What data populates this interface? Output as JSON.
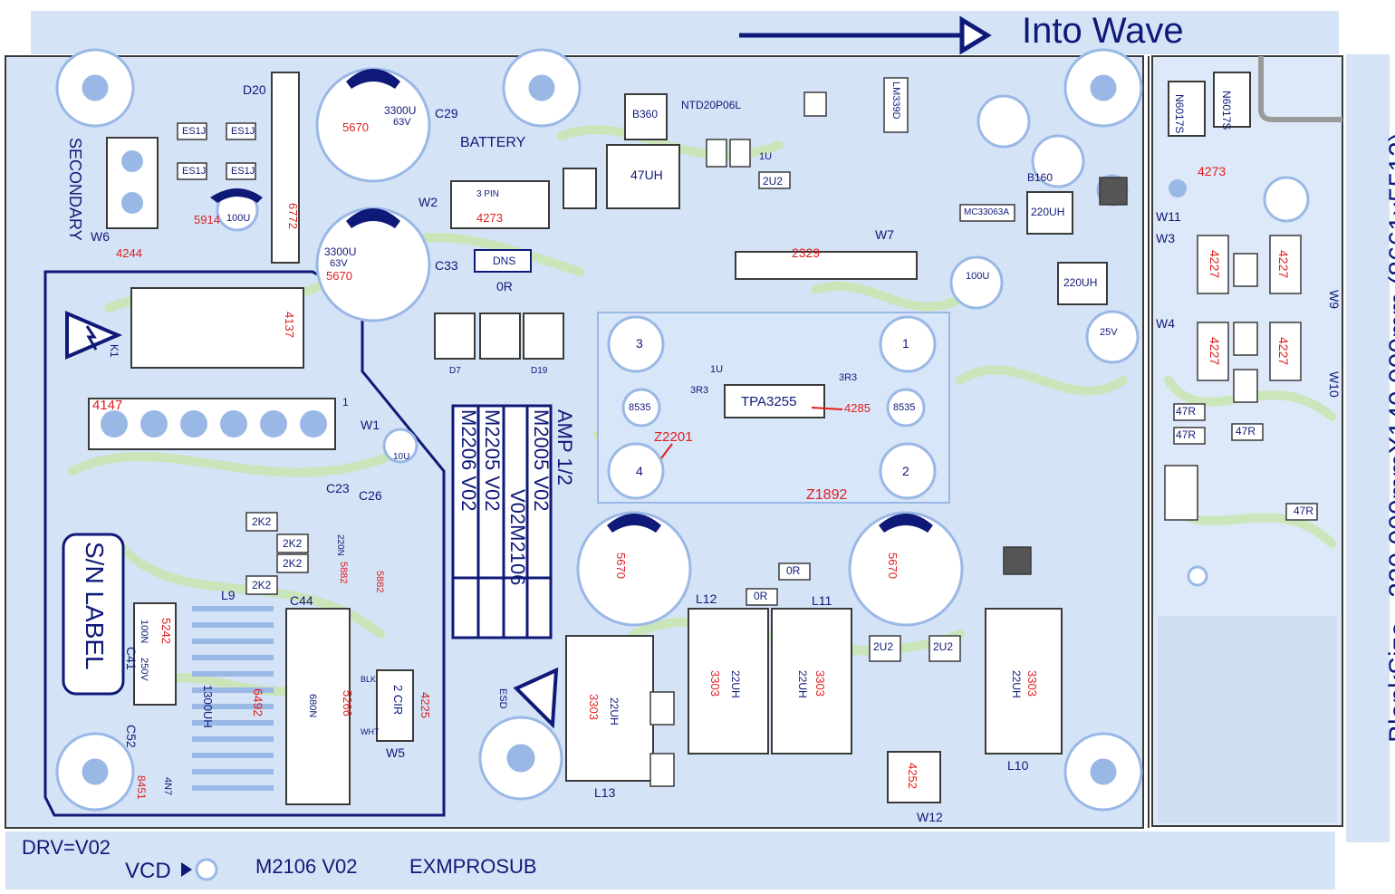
{
  "header": {
    "title": "Into Wave",
    "blank_size": "BlankSize - 220.000mmX140.000mm (8661x5512)"
  },
  "footer": {
    "drv": "DRV=V02",
    "vcd": "VCD",
    "m2106": "M2106 V02",
    "exmpro": "EXMPROSUB"
  },
  "labels": {
    "secondary": "SECONDARY",
    "battery": "BATTERY",
    "sn_label": "S/N LABEL",
    "amp": "AMP 1/2",
    "tpa": "TPA3255",
    "m2005": "M2005 V02",
    "v02m2106": "V02M2106",
    "m2205": "M2205 V02",
    "m2206": "M2206 V02",
    "dns": "DNS",
    "zero_r": "0R",
    "three_pin": "3 PIN",
    "2cir": "2 CIR",
    "c23": "C23",
    "c26": "C26",
    "c29": "C29",
    "c33": "C33",
    "c44": "C44",
    "c41": "C41",
    "c52": "C52",
    "d20": "D20",
    "d7": "D7",
    "d19": "D19",
    "w1": "W1",
    "w2": "W2",
    "w3": "W3",
    "w4": "W4",
    "w5": "W5",
    "w6": "W6",
    "w7": "W7",
    "w9": "W9",
    "w10": "W10",
    "w11": "W11",
    "w12": "W12",
    "l9": "L9",
    "l10": "L10",
    "l11": "L11",
    "l12": "L12",
    "l13": "L13",
    "b360": "B360",
    "b160": "B160",
    "ntd": "NTD20P06L",
    "lm339": "LM339D",
    "mc": "MC33063A",
    "es1j": "ES1J",
    "c3300": "3300U",
    "c63v": "63V",
    "c100u": "100U",
    "c100u25": "100U",
    "c25v": "25V",
    "h47uh": "47UH",
    "h220uh": "220UH",
    "h22uh": "22UH",
    "h1300uh": "1300UH",
    "n6017s": "N6017S",
    "r47r": "47R",
    "r3r3": "3R3",
    "r2k2": "2K2",
    "c2u2": "2U2",
    "c1u": "1U",
    "c10u": "10U",
    "c100n": "100N",
    "c250v": "250V",
    "c4n7": "4N7",
    "c680n": "680N",
    "c220n": "220N",
    "esd": "ESD",
    "blk": "BLK",
    "wht": "WHT",
    "k1": "K1",
    "hole1": "1",
    "hole2": "2",
    "hole3": "3",
    "hole4": "4",
    "pin1": "1",
    "c8535": "8535"
  },
  "refs_red": {
    "r4244": "4244",
    "r5914": "5914",
    "r5670a": "5670",
    "r5670b": "5670",
    "r5670c": "5670",
    "r5670d": "5670",
    "r6772": "6772",
    "r4273a": "4273",
    "r4273b": "4273",
    "r2329": "2329",
    "r4137": "4137",
    "r4147": "4147",
    "r4285": "4285",
    "z2201": "Z2201",
    "z1892": "Z1892",
    "r4227a": "4227",
    "r4227b": "4227",
    "r4227c": "4227",
    "r4227d": "4227",
    "r5242": "5242",
    "r6492": "6492",
    "r5266": "5266",
    "r4225": "4225",
    "r5882a": "5882",
    "r5882b": "5882",
    "r3303a": "3303",
    "r3303b": "3303",
    "r3303c": "3303",
    "r3303d": "3303",
    "r4252": "4252",
    "r8451": "8451"
  },
  "colors": {
    "board": "#d4e3f6",
    "trace": "#c9e6b3",
    "pad": "#9ab8e6",
    "navy": "#0f1a78",
    "ref_red": "#e21d1d",
    "outline": "#3a3a3a"
  }
}
